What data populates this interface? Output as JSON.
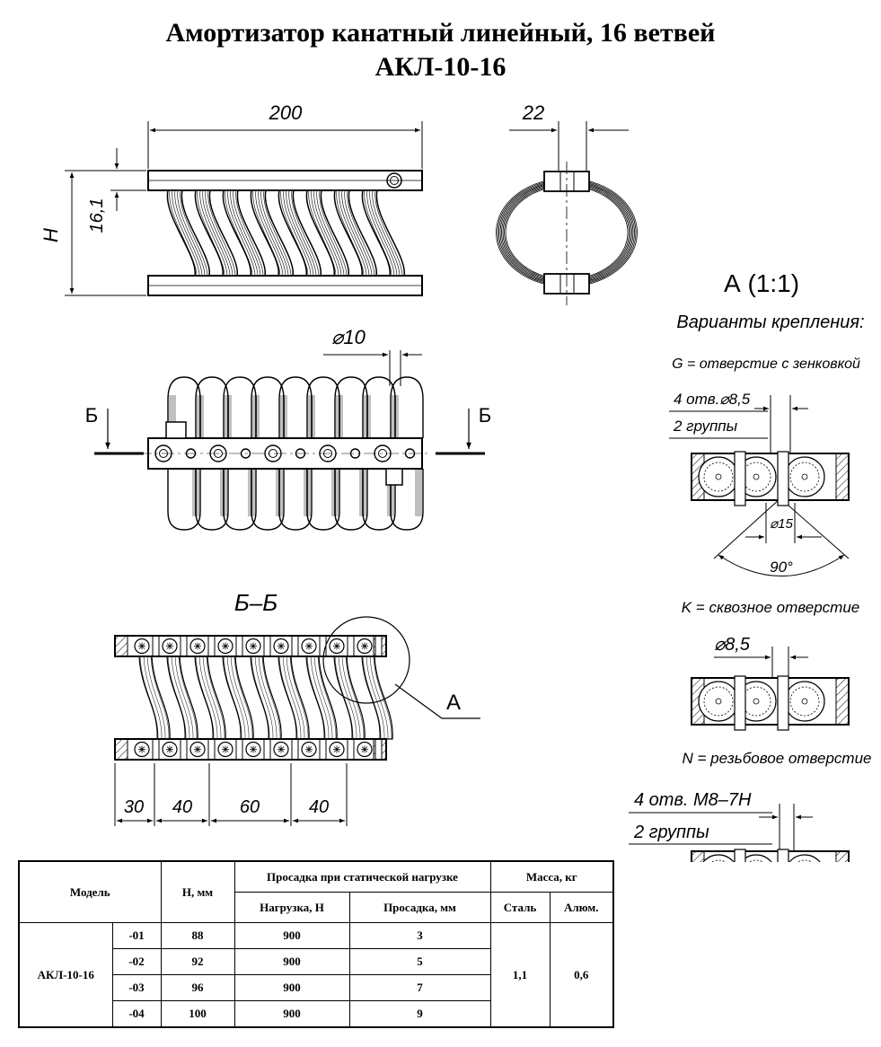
{
  "title": {
    "line1": "Амортизатор канатный линейный, 16 ветвей",
    "line2": "АКЛ-10-16"
  },
  "dimensions": {
    "length": "200",
    "width": "22",
    "height_label": "H",
    "bar_offset": "16,1",
    "rope_diameter": "⌀10",
    "section_mark": "Б",
    "section_title": "Б–Б",
    "callout": "А",
    "pitch": [
      "30",
      "40",
      "60",
      "40"
    ]
  },
  "detail": {
    "title": "А (1:1)",
    "subtitle": "Варианты крепления:",
    "variant_g": "G = отверстие с зенковкой",
    "g_holes": "4 отв.⌀8,5",
    "g_groups": "2 группы",
    "g_counter": "⌀15",
    "g_angle": "90°",
    "variant_k": "K = сквозное отверстие",
    "k_hole": "⌀8,5",
    "variant_n": "N = резьбовое отверстие",
    "n_holes": "4 отв. M8–7H",
    "n_groups": "2 группы"
  },
  "table": {
    "h_model": "Модель",
    "h_height": "H, мм",
    "h_sag": "Просадка при статической нагрузке",
    "h_load": "Нагрузка, Н",
    "h_sag_mm": "Просадка, мм",
    "h_mass": "Масса, кг",
    "h_steel": "Сталь",
    "h_alu": "Алюм.",
    "model": "АКЛ-10-16",
    "mass_steel": "1,1",
    "mass_alu": "0,6",
    "rows": [
      {
        "suffix": "-01",
        "h": "88",
        "load": "900",
        "sag": "3"
      },
      {
        "suffix": "-02",
        "h": "92",
        "load": "900",
        "sag": "5"
      },
      {
        "suffix": "-03",
        "h": "96",
        "load": "900",
        "sag": "7"
      },
      {
        "suffix": "-04",
        "h": "100",
        "load": "900",
        "sag": "9"
      }
    ]
  }
}
